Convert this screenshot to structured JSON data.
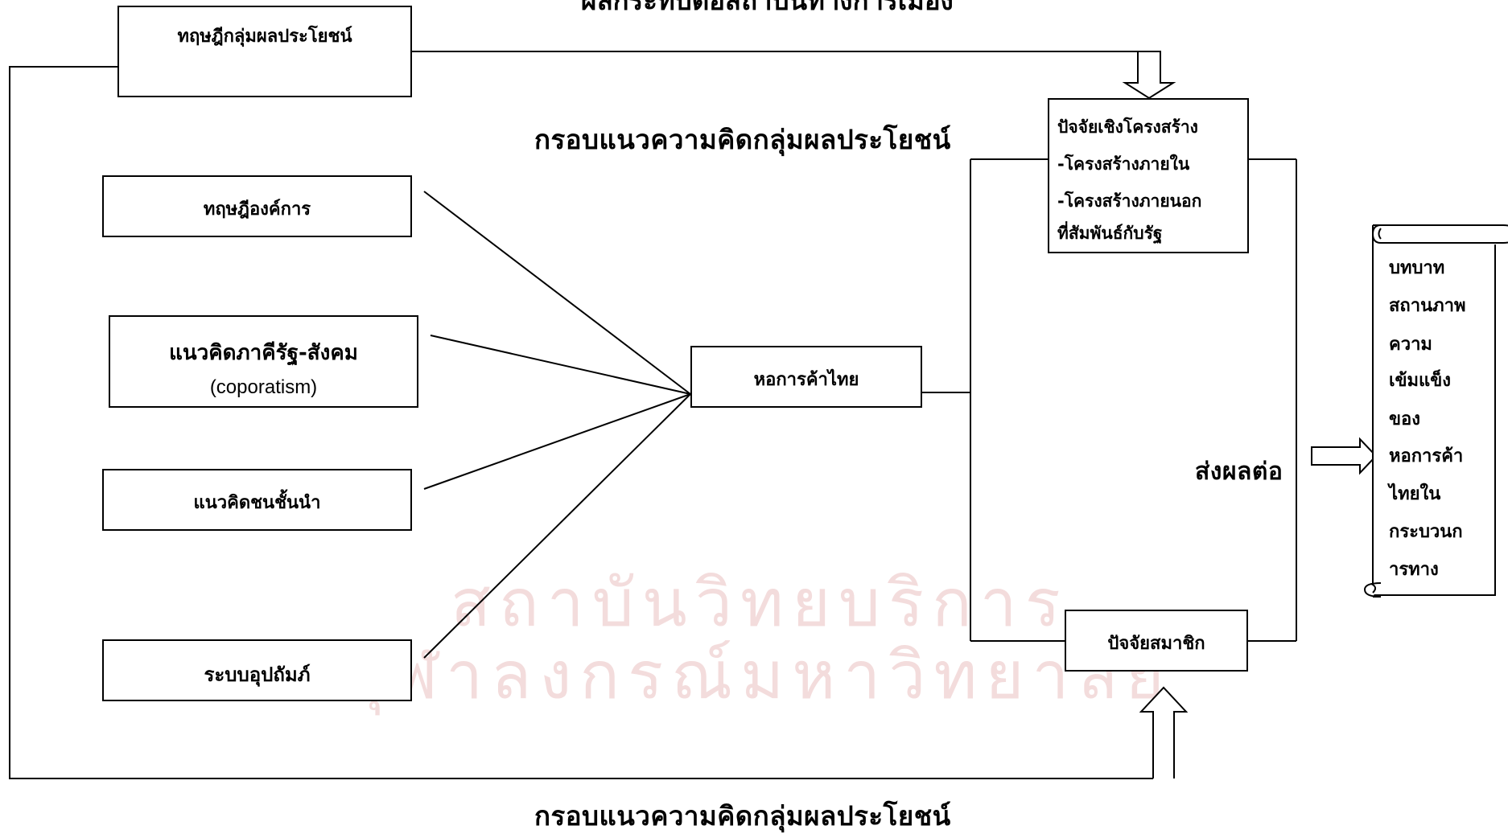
{
  "top_cut_text": "ผลกระทบต่อสถาบันทางการเมือง",
  "headings": {
    "middle": "กรอบแนวความคิดกลุ่มผลประโยชน์",
    "bottom": "กรอบแนวความคิดกลุ่มผลประโยชน์",
    "affects": "ส่งผลต่อ"
  },
  "boxes": {
    "interest_group_theory": "ทฤษฎีกลุ่มผลประโยชน์",
    "organization_theory": "ทฤษฎีองค์การ",
    "state_society_line1": "แนวคิดภาคีรัฐ-สังคม",
    "state_society_line2": "(coporatism)",
    "elite_theory": "แนวคิดชนชั้นนำ",
    "patronage_system": "ระบบอุปถัมภ์",
    "thai_chamber": "หอการค้าไทย",
    "structural_title": "ปัจจัยเชิงโครงสร้าง",
    "structural_internal": "-โครงสร้างภายใน",
    "structural_external_1": "-โครงสร้างภายนอก",
    "structural_external_2": "ที่สัมพันธ์กับรัฐ",
    "member_factor": "ปัจจัยสมาชิก"
  },
  "scroll_lines": [
    "บทบาท",
    "สถานภาพ",
    "ความ",
    "เข้มแข็ง",
    "ของ",
    "หอการค้า",
    "ไทยใน",
    "กระบวนก",
    "ารทาง"
  ],
  "watermark": {
    "line1": "สถาบันวิทยบริการ",
    "line2": "จุฬาลงกรณ์มหาวิทยาลัย"
  }
}
